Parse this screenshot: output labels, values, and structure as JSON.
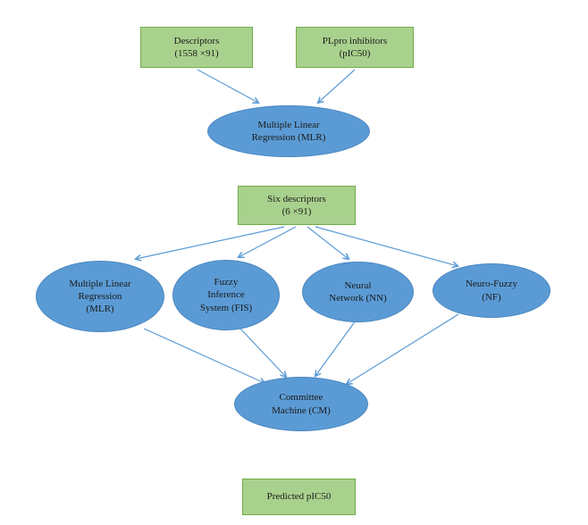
{
  "colors": {
    "background": "#ffffff",
    "box_fill": "#a9d18e",
    "box_border": "#70ad47",
    "ellipse_fill": "#5b9bd5",
    "ellipse_border": "#4a86c0",
    "arrow": "#5b9bd5",
    "text": "#1a1a1a"
  },
  "nodes": {
    "descriptors": {
      "line1": "Descriptors",
      "line2": "(1558 ×91)"
    },
    "plpro_inhibitors": {
      "line1": "PLpro inhibitors",
      "line2": "(pIC50)"
    },
    "mlr_full": {
      "line1": "Multiple Linear",
      "line2": "Regression (MLR)"
    },
    "six_descriptors": {
      "line1": "Six descriptors",
      "line2": "(6 ×91)"
    },
    "mlr": {
      "line1": "Multiple Linear",
      "line2": "Regression",
      "line3": "(MLR)"
    },
    "fis": {
      "line1": "Fuzzy",
      "line2": "Inference",
      "line3": "System (FIS)"
    },
    "nn": {
      "line1": "Neural",
      "line2": "Network (NN)"
    },
    "nf": {
      "line1": "Neuro-Fuzzy",
      "line2": "(NF)"
    },
    "cm": {
      "line1": "Committee",
      "line2": "Machine (CM)"
    },
    "predicted_pic50": {
      "line1": "Predicted pIC50"
    }
  }
}
